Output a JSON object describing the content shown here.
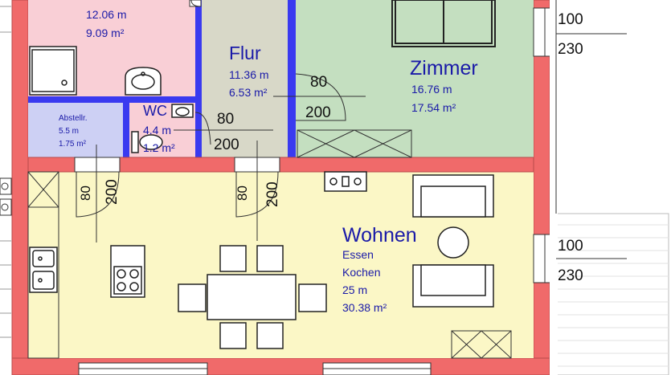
{
  "colors": {
    "wall": "#f06a6a",
    "bath": "#f9cfd6",
    "hall": "#d8d8c8",
    "room": "#c4dfc0",
    "storage": "#cdd0f4",
    "living": "#fbf7c6",
    "divider": "#3a3af0",
    "text_blue": "#1a1aa8"
  },
  "rooms": {
    "bad": {
      "perimeter": "12.06 m",
      "area": "9.09 m²"
    },
    "flur": {
      "name": "Flur",
      "perimeter": "11.36 m",
      "area": "6.53 m²"
    },
    "zimmer": {
      "name": "Zimmer",
      "perimeter": "16.76 m",
      "area": "17.54 m²"
    },
    "abstell": {
      "name": "Abstellr.",
      "perimeter": "5.5 m",
      "area": "1.75 m²"
    },
    "wc": {
      "name": "WC",
      "perimeter": "4.4 m",
      "area": "1.2 m²"
    },
    "wohnen": {
      "name": "Wohnen",
      "line2": "Essen",
      "line3": "Kochen",
      "perimeter": "25 m",
      "area": "30.38 m²"
    }
  },
  "dimensions": {
    "window_top": {
      "width": "100",
      "height": "230"
    },
    "window_right": {
      "width": "100",
      "height": "230"
    },
    "door_zimmer": {
      "width": "80",
      "height": "200"
    },
    "door_wc": {
      "width": "80",
      "height": "200"
    },
    "door_abstell": {
      "width": "80",
      "height": "200"
    },
    "door_wohnen": {
      "width": "80",
      "height": "200"
    }
  },
  "icons": [
    "bed-icon",
    "sofa-icon",
    "armchair-icon",
    "dining-table-icon",
    "stove-icon",
    "sink-icon",
    "toilet-icon",
    "washbasin-icon",
    "shower-icon",
    "round-table-icon",
    "cooktop-icon"
  ]
}
